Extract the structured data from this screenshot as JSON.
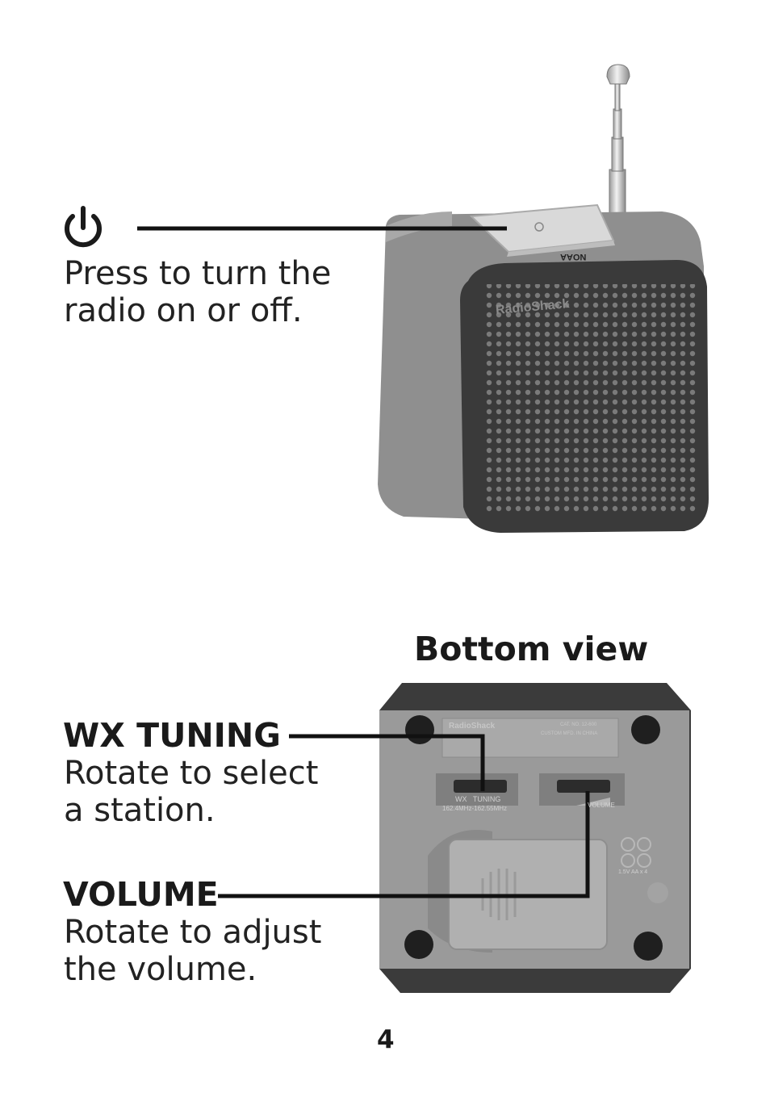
{
  "power_callout": {
    "icon": "power-icon",
    "text_line1": "Press to turn the",
    "text_line2": "radio on or off."
  },
  "radio_front": {
    "brand": "RadioShack",
    "badge": "NOAA"
  },
  "bottom_view": {
    "title": "Bottom view",
    "label_brand": "RadioShack",
    "cat_no": "CAT. NO. 12-600",
    "made_in": "CUSTOM MFD. IN CHINA",
    "wx_label": "WX   TUNING",
    "freq_range": "162.4MHz-162.55MHz",
    "volume_label": "VOLUME",
    "battery_label": "1.5V AA x 4"
  },
  "wx_tuning": {
    "heading": "WX TUNING",
    "text_line1": "Rotate to select",
    "text_line2": "a station."
  },
  "volume": {
    "heading": "VOLUME",
    "text_line1": "Rotate to adjust",
    "text_line2": "the volume."
  },
  "page_number": "4",
  "colors": {
    "body_gray": "#8f8f8f",
    "grille_dark": "#3a3a3a",
    "callout_line": "#111111"
  }
}
